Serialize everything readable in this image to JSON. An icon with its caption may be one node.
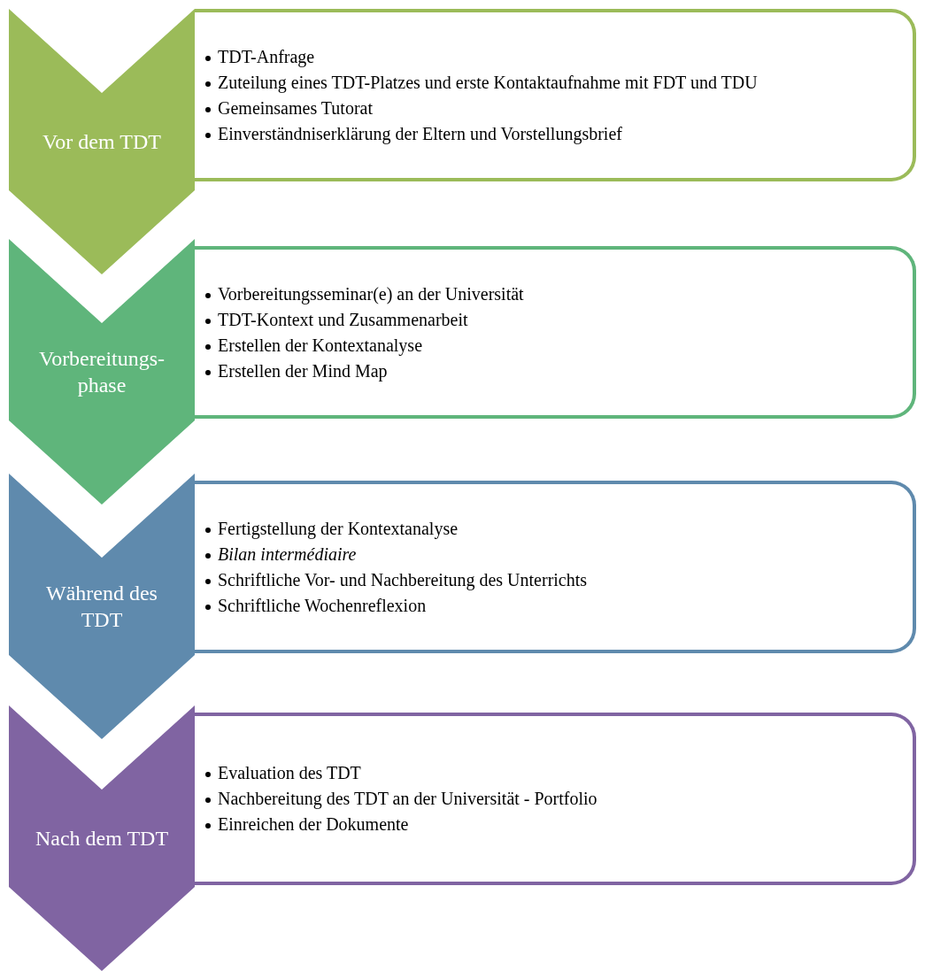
{
  "diagram": {
    "nodes": [
      {
        "text": [
          "Vor dem TDT"
        ]
      },
      {
        "text": [
          "TDT-Anfrage",
          "Zuteilung eines TDT-Platzes  und erste Kontaktaufnahme mit FDT und TDU",
          "Gemeinsames Tutorat",
          "Einverständniserklärung der Eltern und Vorstellungsbrief"
        ]
      },
      {
        "text": [
          "Vorbereitungs-phase"
        ]
      },
      {
        "text": [
          "Vorbereitungsseminar(e) an der Universität",
          "TDT-Kontext und Zusammenarbeit",
          "Erstellen der Kontextanalyse",
          "Erstellen der Mind Map"
        ]
      },
      {
        "text": [
          "Während des TDT"
        ]
      },
      {
        "text": [
          "Fertigstellung der Kontextanalyse",
          "*Bilan intermédiaire*",
          "Schriftliche Vor- und Nachbereitung des Unterrichts",
          "Schriftliche Wochenreflexion"
        ]
      },
      {
        "text": [
          "Nach dem TDT"
        ]
      },
      {
        "text": [
          "Evaluation des TDT",
          "Nachbereitung des TDT an der Universität - Portfolio",
          "Einreichen der Dokumente"
        ]
      }
    ]
  }
}
